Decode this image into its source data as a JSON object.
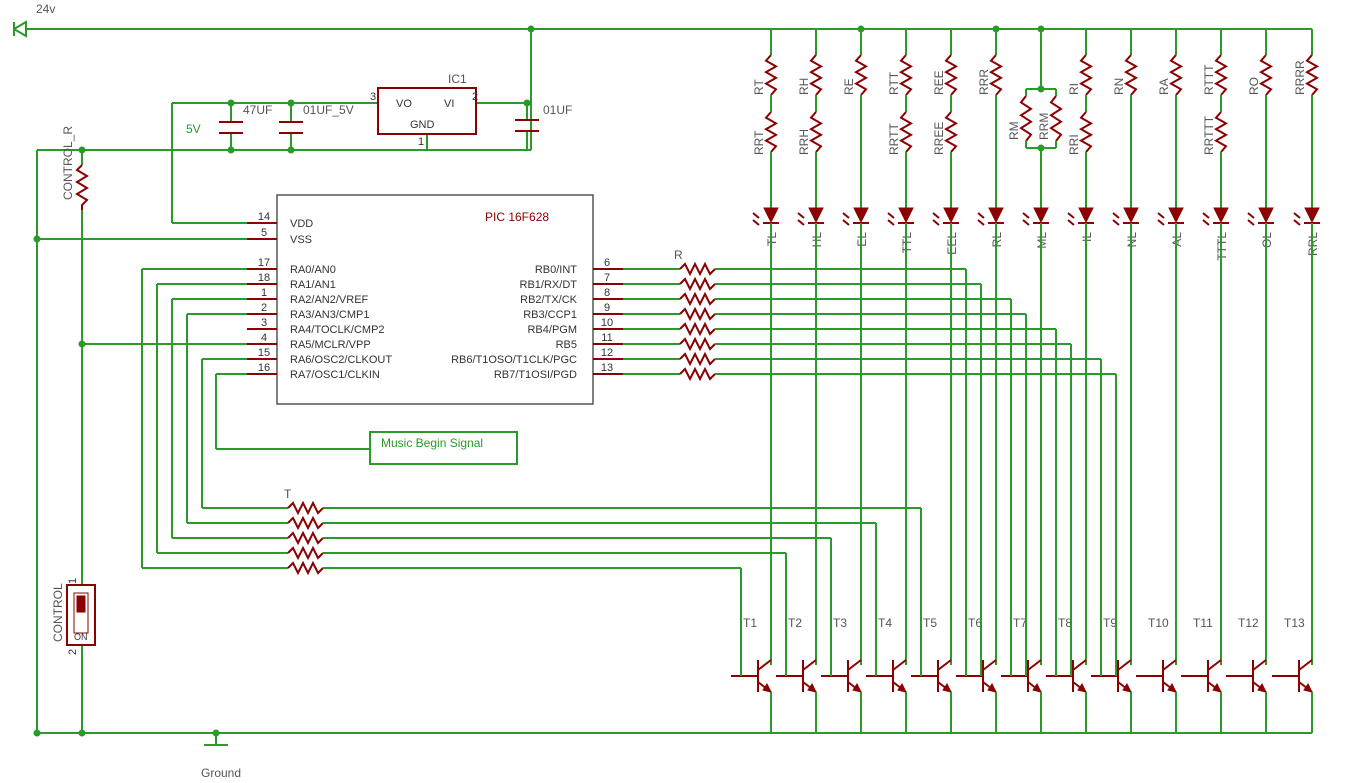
{
  "supply": {
    "label": "24v"
  },
  "ground": {
    "label": "Ground"
  },
  "regulator": {
    "name": "IC1",
    "pins": {
      "vo": "VO",
      "vi": "VI",
      "gnd": "GND"
    },
    "pin_numbers": {
      "vo": "3",
      "vi": "2",
      "gnd": "1"
    }
  },
  "capacitors": {
    "c1": "47UF",
    "c2": "01UF_5V",
    "c3": "01UF"
  },
  "rail_5v": "5V",
  "control_resistor": "CONTROL_R",
  "switch": {
    "name": "CONTROL",
    "on": "ON",
    "pin1": "1",
    "pin2": "2"
  },
  "mcu": {
    "name": "PIC 16F628",
    "left_pins": [
      {
        "num": "14",
        "name": "VDD"
      },
      {
        "num": "5",
        "name": "VSS"
      },
      {
        "num": "17",
        "name": "RA0/AN0"
      },
      {
        "num": "18",
        "name": "RA1/AN1"
      },
      {
        "num": "1",
        "name": "RA2/AN2/VREF"
      },
      {
        "num": "2",
        "name": "RA3/AN3/CMP1"
      },
      {
        "num": "3",
        "name": "RA4/TOCLK/CMP2"
      },
      {
        "num": "4",
        "name": "RA5/MCLR/VPP"
      },
      {
        "num": "15",
        "name": "RA6/OSC2/CLKOUT"
      },
      {
        "num": "16",
        "name": "RA7/OSC1/CLKIN"
      }
    ],
    "right_pins": [
      {
        "num": "6",
        "name": "RB0/INT"
      },
      {
        "num": "7",
        "name": "RB1/RX/DT"
      },
      {
        "num": "8",
        "name": "RB2/TX/CK"
      },
      {
        "num": "9",
        "name": "RB3/CCP1"
      },
      {
        "num": "10",
        "name": "RB4/PGM"
      },
      {
        "num": "11",
        "name": "RB5"
      },
      {
        "num": "12",
        "name": "RB6/T1OSO/T1CLK/PGC"
      },
      {
        "num": "13",
        "name": "RB7/T1OSI/PGD"
      }
    ]
  },
  "music_signal": "Music Begin Signal",
  "rb_resistor_label": "R",
  "ra_resistor_label": "T",
  "top_resistors": [
    "RT",
    "RH",
    "RE",
    "RTT",
    "REE",
    "RRR",
    "RM",
    "RI",
    "RN",
    "RA",
    "RTTT",
    "RO",
    "RRRR"
  ],
  "bottom_resistors": [
    "RRT",
    "RRH",
    "",
    "RRTT",
    "RREE",
    "",
    "RRM",
    "RRI",
    "",
    "",
    "RRTTT",
    "",
    ""
  ],
  "leds": [
    "TL",
    "HL",
    "EL",
    "TTL",
    "EEL",
    "RL",
    "ML",
    "IL",
    "NL",
    "AL",
    "TTTL",
    "OL",
    "RRL"
  ],
  "transistors": [
    "T1",
    "T2",
    "T3",
    "T4",
    "T5",
    "T6",
    "T7",
    "T8",
    "T9",
    "T10",
    "T11",
    "T12",
    "T13"
  ],
  "colors": {
    "wire": "#2a9a2a",
    "component": "#8b0000",
    "text": "#555555"
  }
}
